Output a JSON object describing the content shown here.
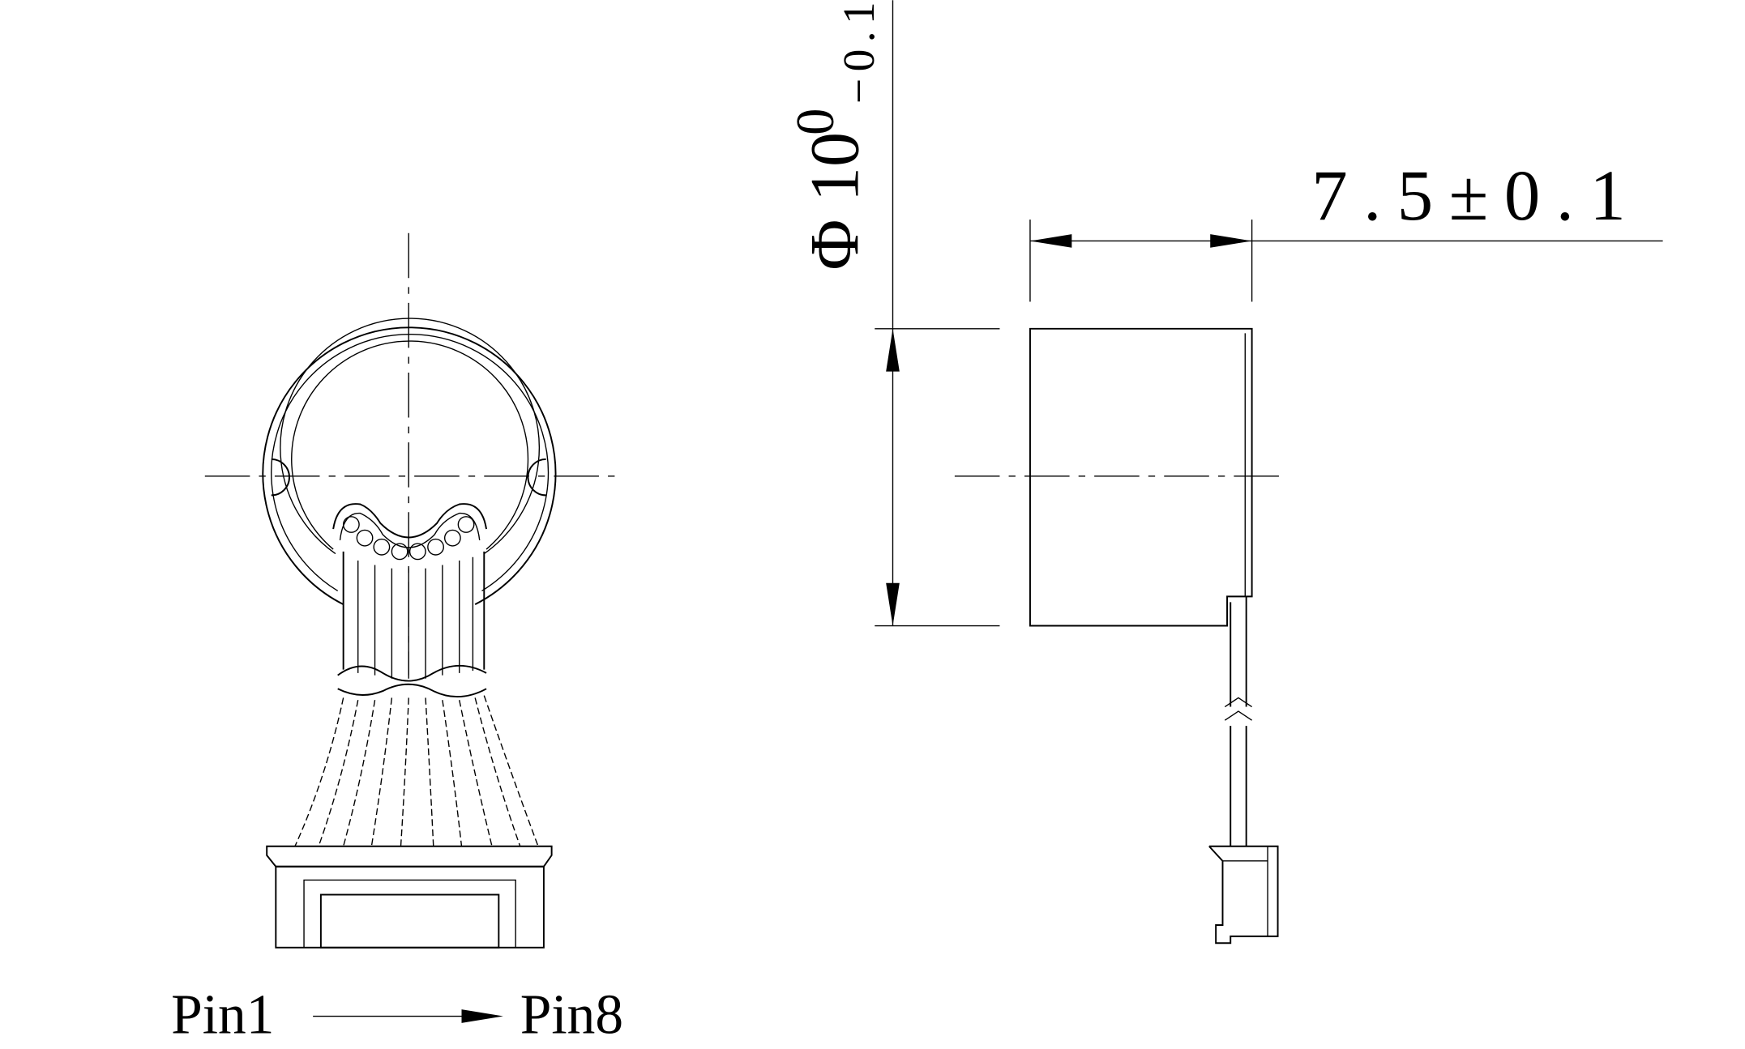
{
  "drawing": {
    "width_dimension": {
      "value": "7.5",
      "tolerance": "±0.1"
    },
    "diameter_dimension": {
      "symbol": "Φ",
      "value": "10",
      "upper_tol": "0",
      "lower_tol": "−0.1"
    },
    "pin_labels": {
      "start": "Pin1",
      "end": "Pin8"
    },
    "line_color": "#000000",
    "background_color": "#ffffff"
  }
}
